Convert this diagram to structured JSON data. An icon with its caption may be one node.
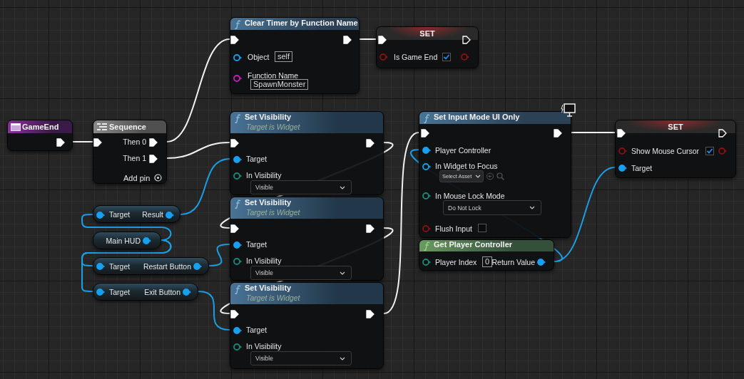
{
  "diagram": {
    "nodes": [
      {
        "text": [
          "Clear Timer by Function Name",
          "Object",
          "self",
          "Function Name",
          "SpawnMonster"
        ]
      },
      {
        "text": [
          "SET",
          "Is Game End"
        ]
      },
      {
        "text": [
          "GameEnd"
        ]
      },
      {
        "text": [
          "Sequence",
          "Then 0",
          "Then 1",
          "Add pin"
        ]
      },
      {
        "text": [
          "Set Visibility",
          "Target is Widget",
          "Target",
          "In Visibility",
          "Visible"
        ]
      },
      {
        "text": [
          "Set Input Mode UI Only",
          "Player Controller",
          "In Widget to Focus",
          "Select Asset",
          "In Mouse Lock Mode",
          "Do Not Lock",
          "Flush Input"
        ]
      },
      {
        "text": [
          "SET",
          "Show Mouse Cursor",
          "Target"
        ]
      },
      {
        "text": [
          "Target",
          "Result"
        ]
      },
      {
        "text": [
          "Set Visibility",
          "Target is Widget",
          "Target",
          "In Visibility",
          "Visible"
        ]
      },
      {
        "text": [
          "Main HUD"
        ]
      },
      {
        "text": [
          "Get Player Controller",
          "Player Index",
          "0",
          "Return Value"
        ]
      },
      {
        "text": [
          "Target",
          "Restart Button"
        ]
      },
      {
        "text": [
          "Target",
          "Exit Button"
        ]
      },
      {
        "text": [
          "Set Visibility",
          "Target is Widget",
          "Target",
          "In Visibility",
          "Visible"
        ]
      }
    ],
    "edges": [
      {
        "from": 2,
        "to": 3,
        "arrow": "none"
      },
      {
        "from": 3,
        "to": 0,
        "arrow": "none"
      },
      {
        "from": 0,
        "to": 1,
        "arrow": "none"
      },
      {
        "from": 3,
        "to": 4,
        "arrow": "none"
      },
      {
        "from": 4,
        "to": 8,
        "arrow": "none"
      },
      {
        "from": 8,
        "to": 13,
        "arrow": "none"
      },
      {
        "from": 13,
        "to": 5,
        "arrow": "none"
      },
      {
        "from": 5,
        "to": 6,
        "arrow": "none"
      },
      {
        "from": 9,
        "to": 7,
        "arrow": "none",
        "color": "#1a9ee6"
      },
      {
        "from": 9,
        "to": 11,
        "arrow": "none",
        "color": "#1a9ee6"
      },
      {
        "from": 9,
        "to": 12,
        "arrow": "none",
        "color": "#1a9ee6"
      },
      {
        "from": 7,
        "to": 4,
        "arrow": "none",
        "color": "#1a9ee6"
      },
      {
        "from": 11,
        "to": 8,
        "arrow": "none",
        "color": "#1a9ee6"
      },
      {
        "from": 12,
        "to": 13,
        "arrow": "none",
        "color": "#1a9ee6"
      },
      {
        "from": 10,
        "to": 5,
        "arrow": "none",
        "color": "#1a9ee6"
      },
      {
        "from": 10,
        "to": 6,
        "arrow": "none",
        "color": "#1a9ee6"
      }
    ]
  }
}
